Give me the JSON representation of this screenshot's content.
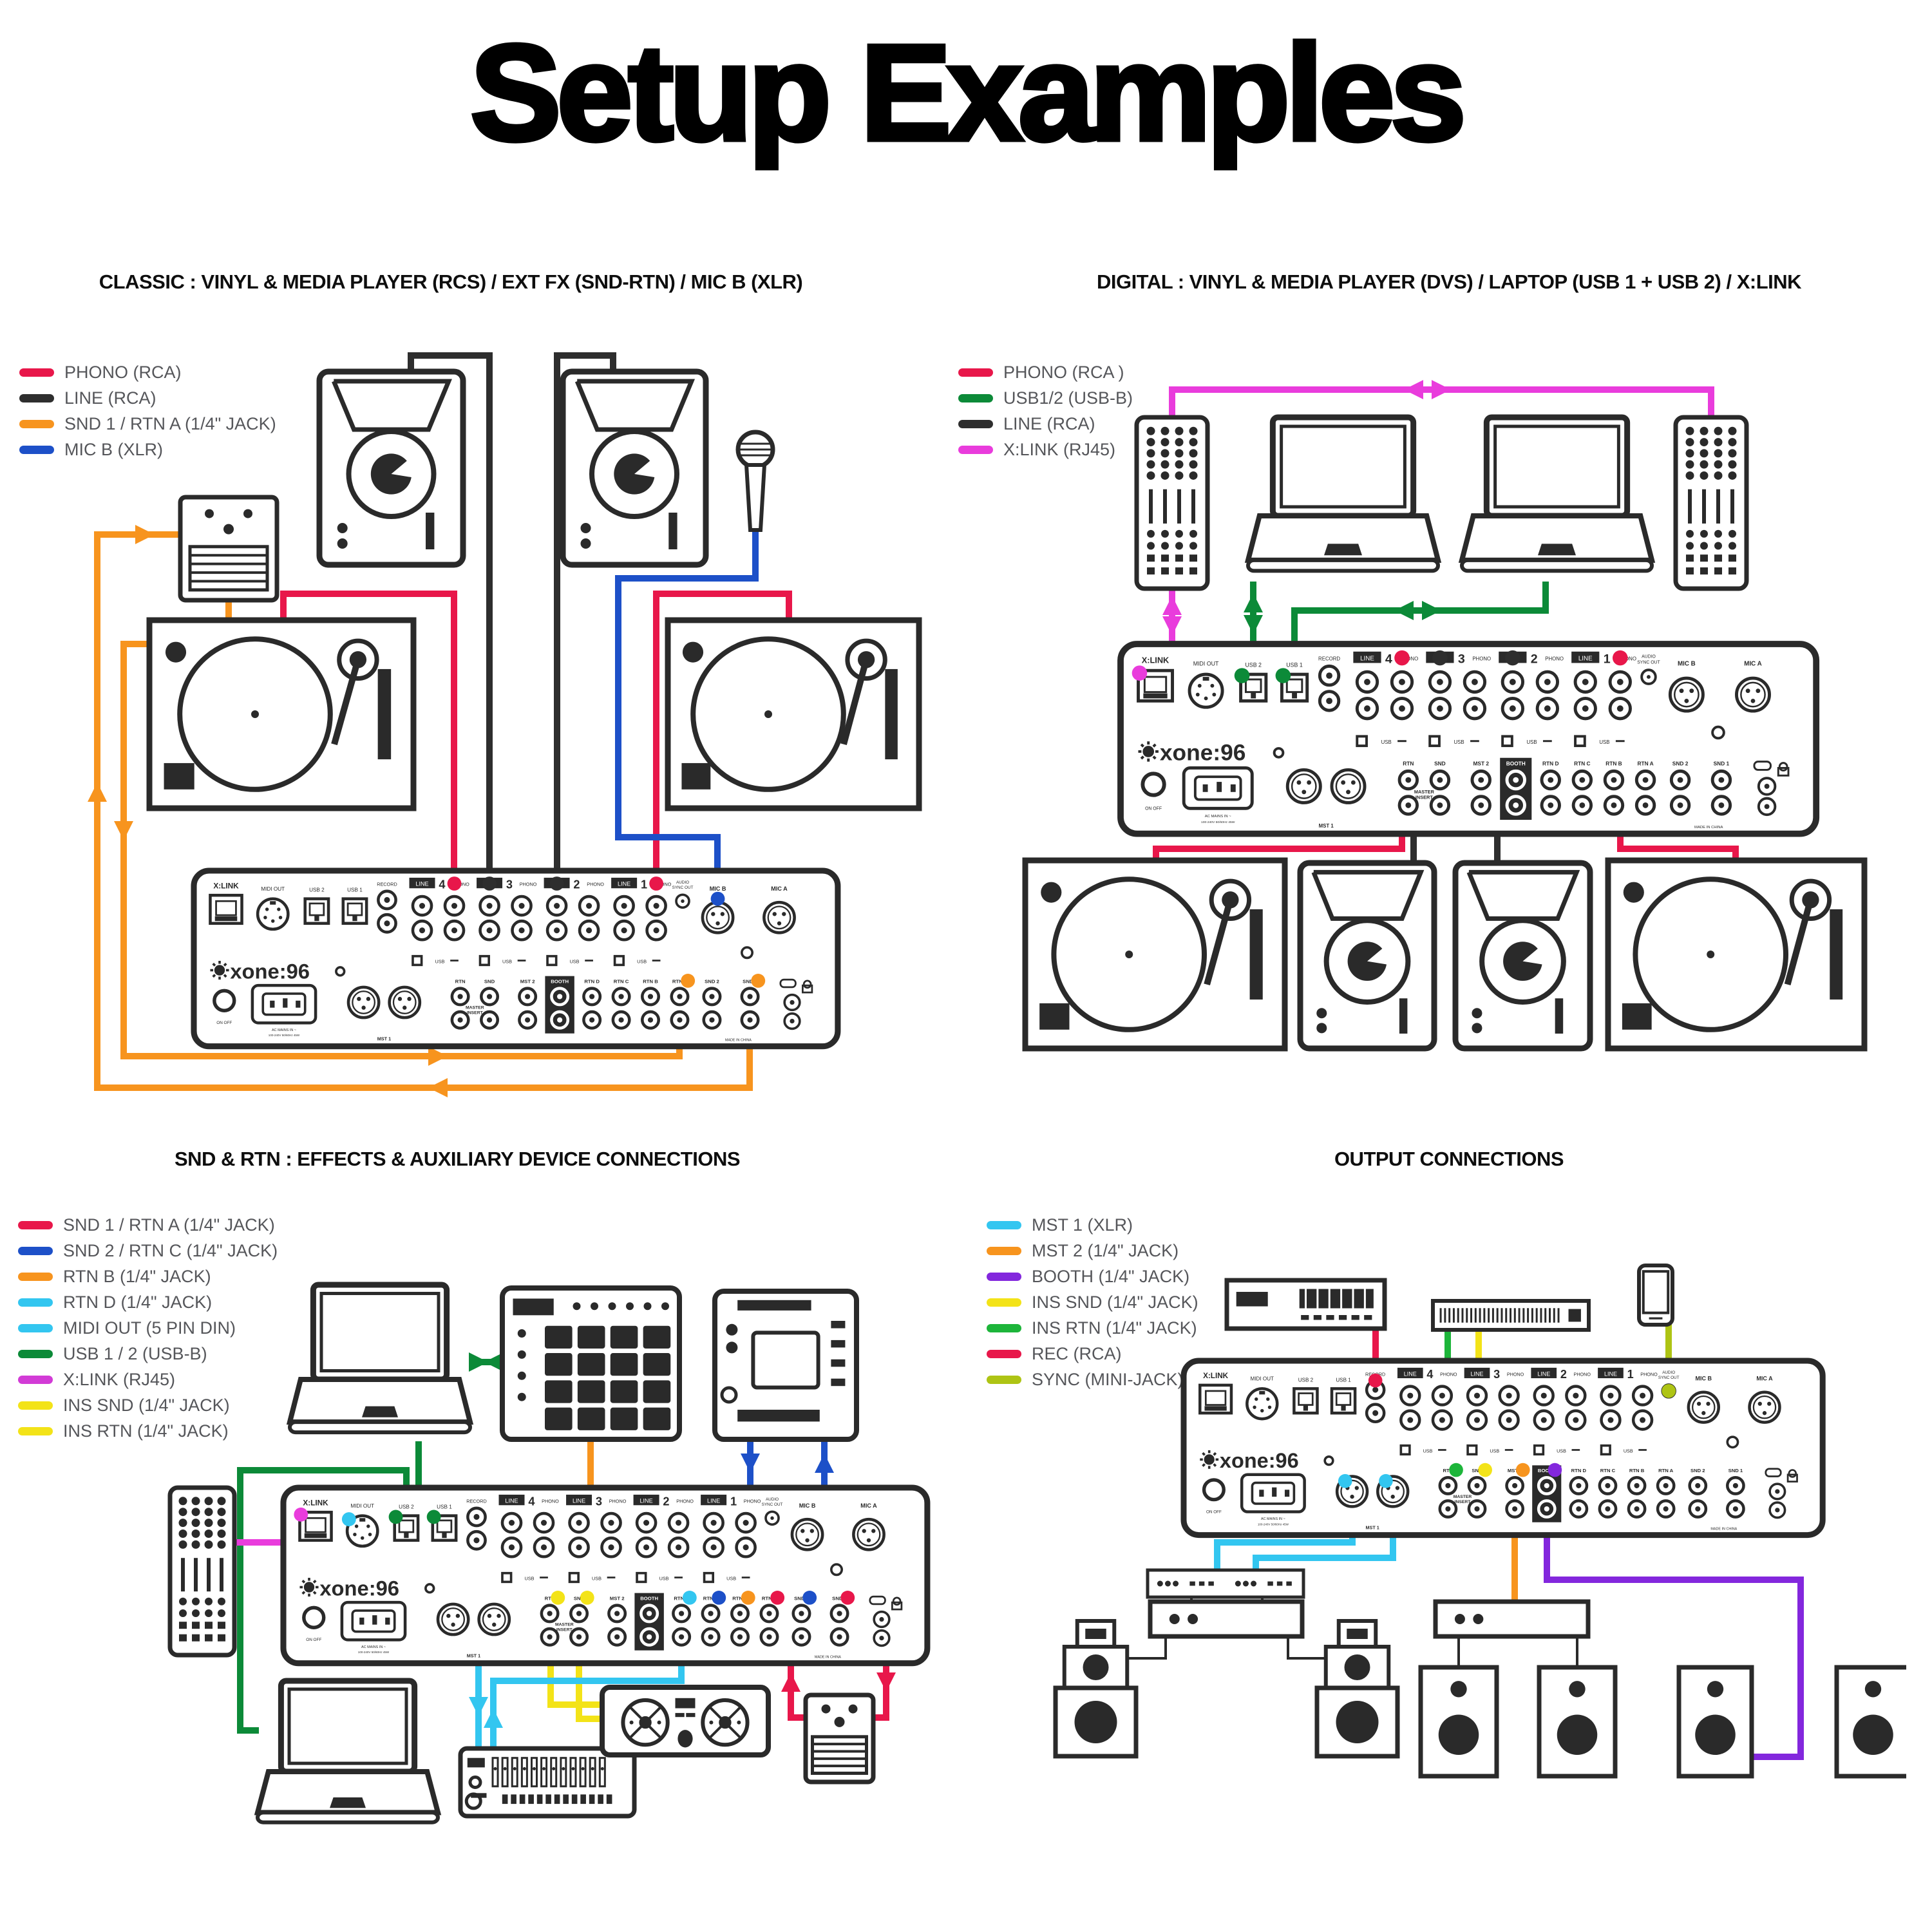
{
  "title": "Setup Examples",
  "sections": [
    {
      "id": "classic",
      "header": "CLASSIC : VINYL & MEDIA PLAYER (RCS) / EXT FX (SND-RTN) / MIC B (XLR)",
      "legend": [
        {
          "label": "PHONO (RCA)",
          "color": "#e8174a"
        },
        {
          "label": "LINE (RCA)",
          "color": "#2e2e2e"
        },
        {
          "label": "SND 1 / RTN A (1/4\" JACK)",
          "color": "#f7941e"
        },
        {
          "label": "MIC B (XLR)",
          "color": "#1d50c8"
        }
      ]
    },
    {
      "id": "digital",
      "header": "DIGITAL : VINYL & MEDIA PLAYER (DVS) / LAPTOP (USB 1 + USB 2) / X:LINK",
      "legend": [
        {
          "label": "PHONO (RCA )",
          "color": "#e8174a"
        },
        {
          "label": "USB1/2 (USB-B)",
          "color": "#0c8a38"
        },
        {
          "label": "LINE (RCA)",
          "color": "#2e2e2e"
        },
        {
          "label": "X:LINK (RJ45)",
          "color": "#e93cdc"
        }
      ]
    },
    {
      "id": "snd-rtn",
      "header": "SND & RTN : EFFECTS & AUXILIARY DEVICE CONNECTIONS",
      "legend": [
        {
          "label": "SND 1 / RTN A (1/4\" JACK)",
          "color": "#e8174a"
        },
        {
          "label": "SND 2 / RTN C (1/4\" JACK)",
          "color": "#1d50c8"
        },
        {
          "label": "RTN B (1/4\" JACK)",
          "color": "#f7941e"
        },
        {
          "label": "RTN D (1/4\" JACK)",
          "color": "#33c6f0"
        },
        {
          "label": "MIDI OUT (5 PIN DIN)",
          "color": "#33c6f0"
        },
        {
          "label": "USB 1 / 2 (USB-B)",
          "color": "#0c8a38"
        },
        {
          "label": "X:LINK (RJ45)",
          "color": "#d23bd6"
        },
        {
          "label": "INS SND (1/4\" JACK)",
          "color": "#f3e318"
        },
        {
          "label": "INS RTN (1/4\" JACK)",
          "color": "#f3e318"
        }
      ]
    },
    {
      "id": "output",
      "header": "OUTPUT CONNECTIONS",
      "legend": [
        {
          "label": "MST 1 (XLR)",
          "color": "#33c6f0"
        },
        {
          "label": "MST 2 (1/4\" JACK)",
          "color": "#f7941e"
        },
        {
          "label": "BOOTH (1/4\" JACK)",
          "color": "#8327dd"
        },
        {
          "label": "INS SND (1/4\" JACK)",
          "color": "#f3e318"
        },
        {
          "label": "INS RTN (1/4\" JACK)",
          "color": "#1db53a"
        },
        {
          "label": "REC (RCA)",
          "color": "#e8174a"
        },
        {
          "label": "SYNC (MINI-JACK)",
          "color": "#aec414"
        }
      ]
    }
  ],
  "colors": {
    "red": "#e8174a",
    "line_black": "#2e2e2e",
    "orange": "#f7941e",
    "blue": "#1d50c8",
    "green": "#0c8a38",
    "magenta": "#e93cdc",
    "cyan": "#33c6f0",
    "yellow": "#f3e318",
    "purple": "#8327dd",
    "lime": "#aec414",
    "ins_green": "#1db53a",
    "device": "#2a2a2a"
  },
  "mixer": {
    "brand": "xone:96",
    "ports": {
      "xlink": "X:LINK",
      "midi_out": "MIDI OUT",
      "usb2": "USB 2",
      "usb1": "USB 1",
      "record": "RECORD",
      "line": "LINE",
      "phono": "PHONO",
      "usb": "USB",
      "channels": [
        "4",
        "3",
        "2",
        "1"
      ],
      "audio_sync1": "AUDIO",
      "audio_sync2": "SYNC OUT",
      "mic_b": "MIC B",
      "mic_a": "MIC A",
      "mst1": "MST 1",
      "master_insert1": "MASTER",
      "master_insert2": "INSERT",
      "jacks": [
        "RTN",
        "SND",
        "MST 2",
        "BOOTH",
        "RTN D",
        "RTN C",
        "RTN B",
        "RTN A",
        "SND 2",
        "SND 1"
      ],
      "on_off": "ON  OFF",
      "mains1": "AC MAINS IN ~",
      "mains2": "100-240V 50/60Hz 45W",
      "made": "MADE IN CHINA"
    }
  }
}
